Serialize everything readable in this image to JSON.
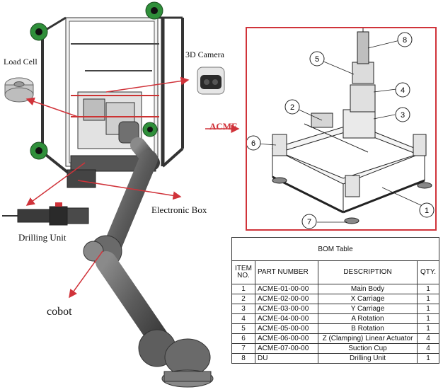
{
  "labels": {
    "load_cell": "Load Cell",
    "camera": "3D Camera",
    "acme": "ACME",
    "electronic_box": "Electronic Box",
    "drilling_unit": "Drilling Unit",
    "cobot": "cobot"
  },
  "callouts": [
    "1",
    "2",
    "3",
    "4",
    "5",
    "6",
    "7",
    "8"
  ],
  "bom": {
    "title": "BOM Table",
    "headers": {
      "item": "ITEM NO.",
      "part": "PART NUMBER",
      "desc": "DESCRIPTION",
      "qty": "QTY."
    },
    "rows": [
      {
        "item": "1",
        "part": "ACME-01-00-00",
        "desc": "Main Body",
        "qty": "1"
      },
      {
        "item": "2",
        "part": "ACME-02-00-00",
        "desc": "X Carriage",
        "qty": "1"
      },
      {
        "item": "3",
        "part": "ACME-03-00-00",
        "desc": "Y Carriage",
        "qty": "1"
      },
      {
        "item": "4",
        "part": "ACME-04-00-00",
        "desc": "A Rotation",
        "qty": "1"
      },
      {
        "item": "5",
        "part": "ACME-05-00-00",
        "desc": "B Rotation",
        "qty": "1"
      },
      {
        "item": "6",
        "part": "ACME-06-00-00",
        "desc": "Z (Clamping) Linear Actuator",
        "qty": "4"
      },
      {
        "item": "7",
        "part": "ACME-07-00-00",
        "desc": "Suction Cup",
        "qty": "4"
      },
      {
        "item": "8",
        "part": "DU",
        "desc": "Drilling Unit",
        "qty": "1"
      }
    ]
  },
  "colors": {
    "accent": "#d0333a",
    "wheel": "#2f8f3a",
    "robot": "#6d6d6d"
  }
}
